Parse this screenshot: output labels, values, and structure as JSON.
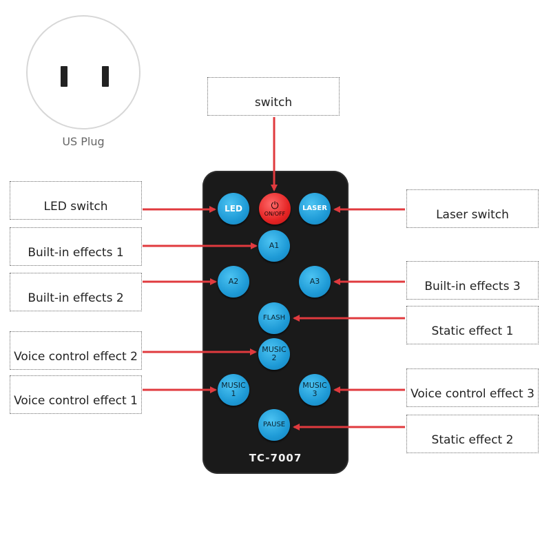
{
  "plug": {
    "label": "US Plug"
  },
  "remote": {
    "model": "TC-7007",
    "buttons": {
      "led": {
        "label": "LED"
      },
      "power": {
        "line1": "⏻",
        "line2": "ON/OFF"
      },
      "laser": {
        "label": "LASER"
      },
      "a1": {
        "label": "A1"
      },
      "a2": {
        "label": "A2"
      },
      "a3": {
        "label": "A3"
      },
      "flash": {
        "label": "FLASH"
      },
      "music2": {
        "line1": "MUSIC",
        "line2": "2"
      },
      "music1": {
        "line1": "MUSIC",
        "line2": "1"
      },
      "music3": {
        "line1": "MUSIC",
        "line2": "3"
      },
      "pause": {
        "label": "PAUSE"
      }
    }
  },
  "callouts": {
    "switch": "switch",
    "led_switch": "LED switch",
    "laser_switch": "Laser switch",
    "builtin_1": "Built-in effects 1",
    "builtin_2": "Built-in effects 2",
    "builtin_3": "Built-in effects 3",
    "static_1": "Static effect 1",
    "static_2": "Static effect 2",
    "voice_1": "Voice control effect 1",
    "voice_2": "Voice control effect 2",
    "voice_3": "Voice control effect 3"
  },
  "colors": {
    "arrow": "#e03a3e",
    "button_blue": "#1e9ad6",
    "power_red": "#e52424",
    "remote_body": "#1a1a1a"
  }
}
